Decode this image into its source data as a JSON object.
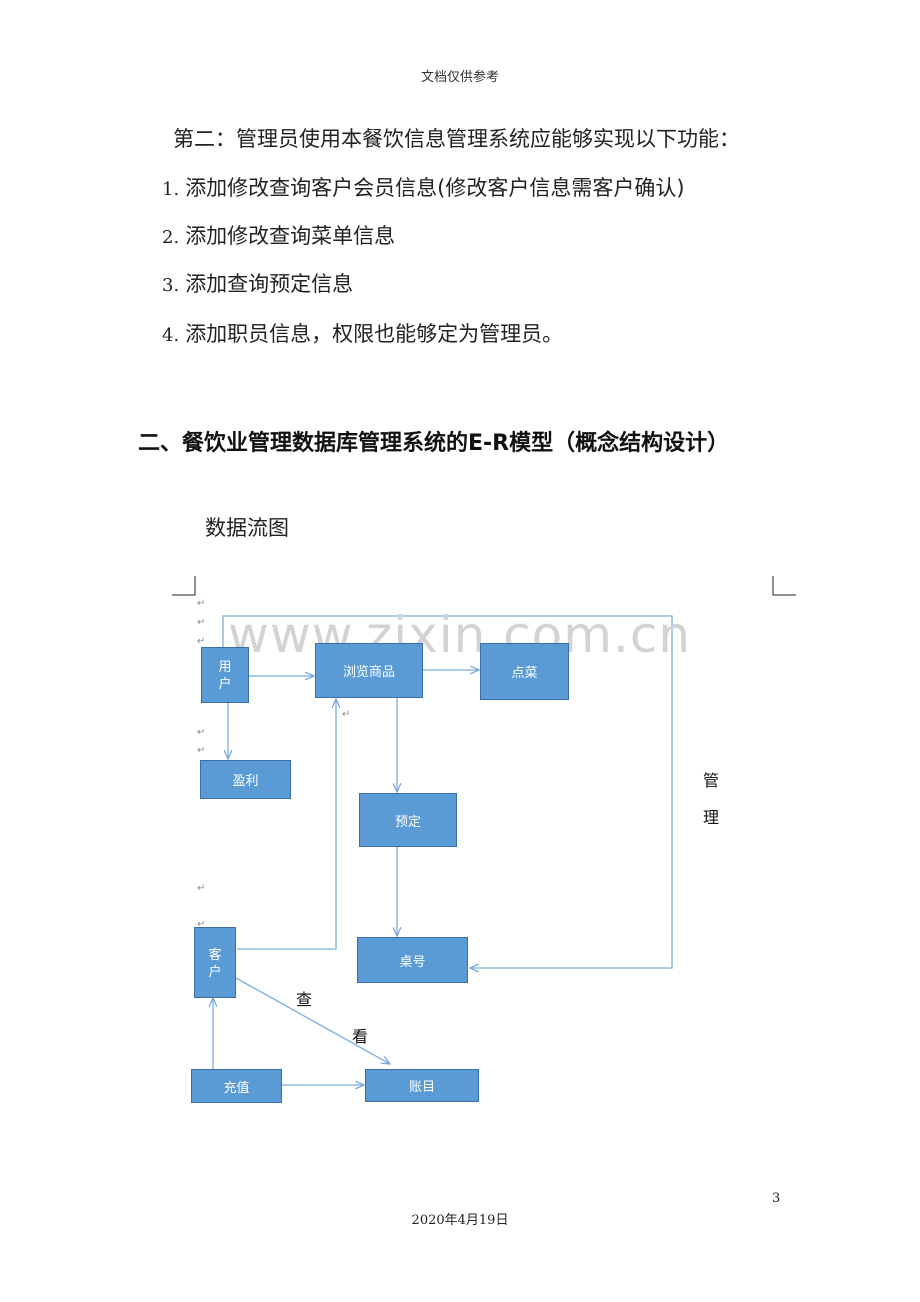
{
  "header": "文档仅供参考",
  "intro": "第二：管理员使用本餐饮信息管理系统应能够实现以下功能：",
  "items": [
    {
      "num": "1.",
      "text": "添加修改查询客户会员信息(修改客户信息需客户确认)"
    },
    {
      "num": "2.",
      "text": "添加修改查询菜单信息"
    },
    {
      "num": "3.",
      "text": "添加查询预定信息"
    },
    {
      "num": "4.",
      "text": "添加职员信息，权限也能够定为管理员。"
    }
  ],
  "section_heading": "二、餐饮业管理数据库管理系统的E-R模型（概念结构设计）",
  "dataflow_title": "数据流图",
  "watermark": "www.zixin.com.cn",
  "diagram": {
    "user": [
      "用",
      "户"
    ],
    "browse": "浏览商品",
    "order": "点菜",
    "profit": "盈利",
    "reserve": "预定",
    "customer": [
      "客",
      "户"
    ],
    "table_no": "桌号",
    "recharge": "充值",
    "account": "账目",
    "manage": [
      "管",
      "理"
    ],
    "check": [
      "查",
      "看"
    ]
  },
  "page_number": "3",
  "footer_date": "2020年4月19日"
}
